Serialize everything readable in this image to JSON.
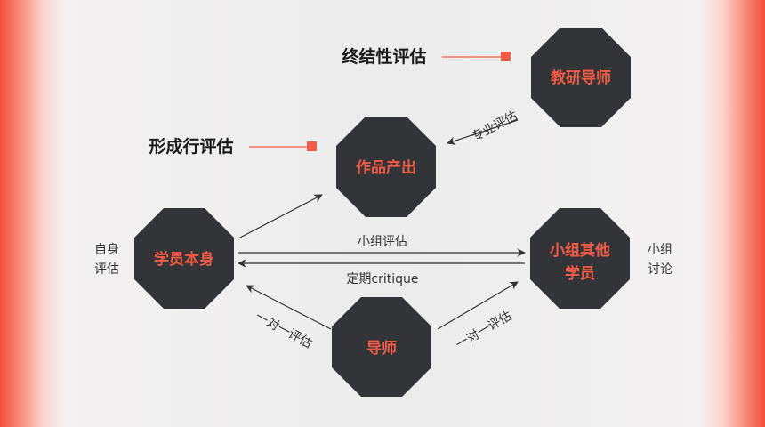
{
  "nodes": {
    "teacher_research": "教研导师",
    "work_output": "作品产出",
    "student_self": "学员本身",
    "group_members": [
      "小组其他",
      "学员"
    ],
    "mentor": "导师"
  },
  "evaluations": {
    "summative": "终结性评估",
    "formative": "形成行评估"
  },
  "edge_labels": {
    "professional_eval": "专业评估",
    "group_eval": "小组评估",
    "regular_critique": "定期critique",
    "one_on_one_left": "一对一评估",
    "one_on_one_right": "一对一评估"
  },
  "side_labels": {
    "self_eval": [
      "自身",
      "评估"
    ],
    "group_discussion": [
      "小组",
      "讨论"
    ]
  },
  "colors": {
    "node_fill": "#333438",
    "accent": "#f25b45",
    "arrow": "#333333"
  }
}
